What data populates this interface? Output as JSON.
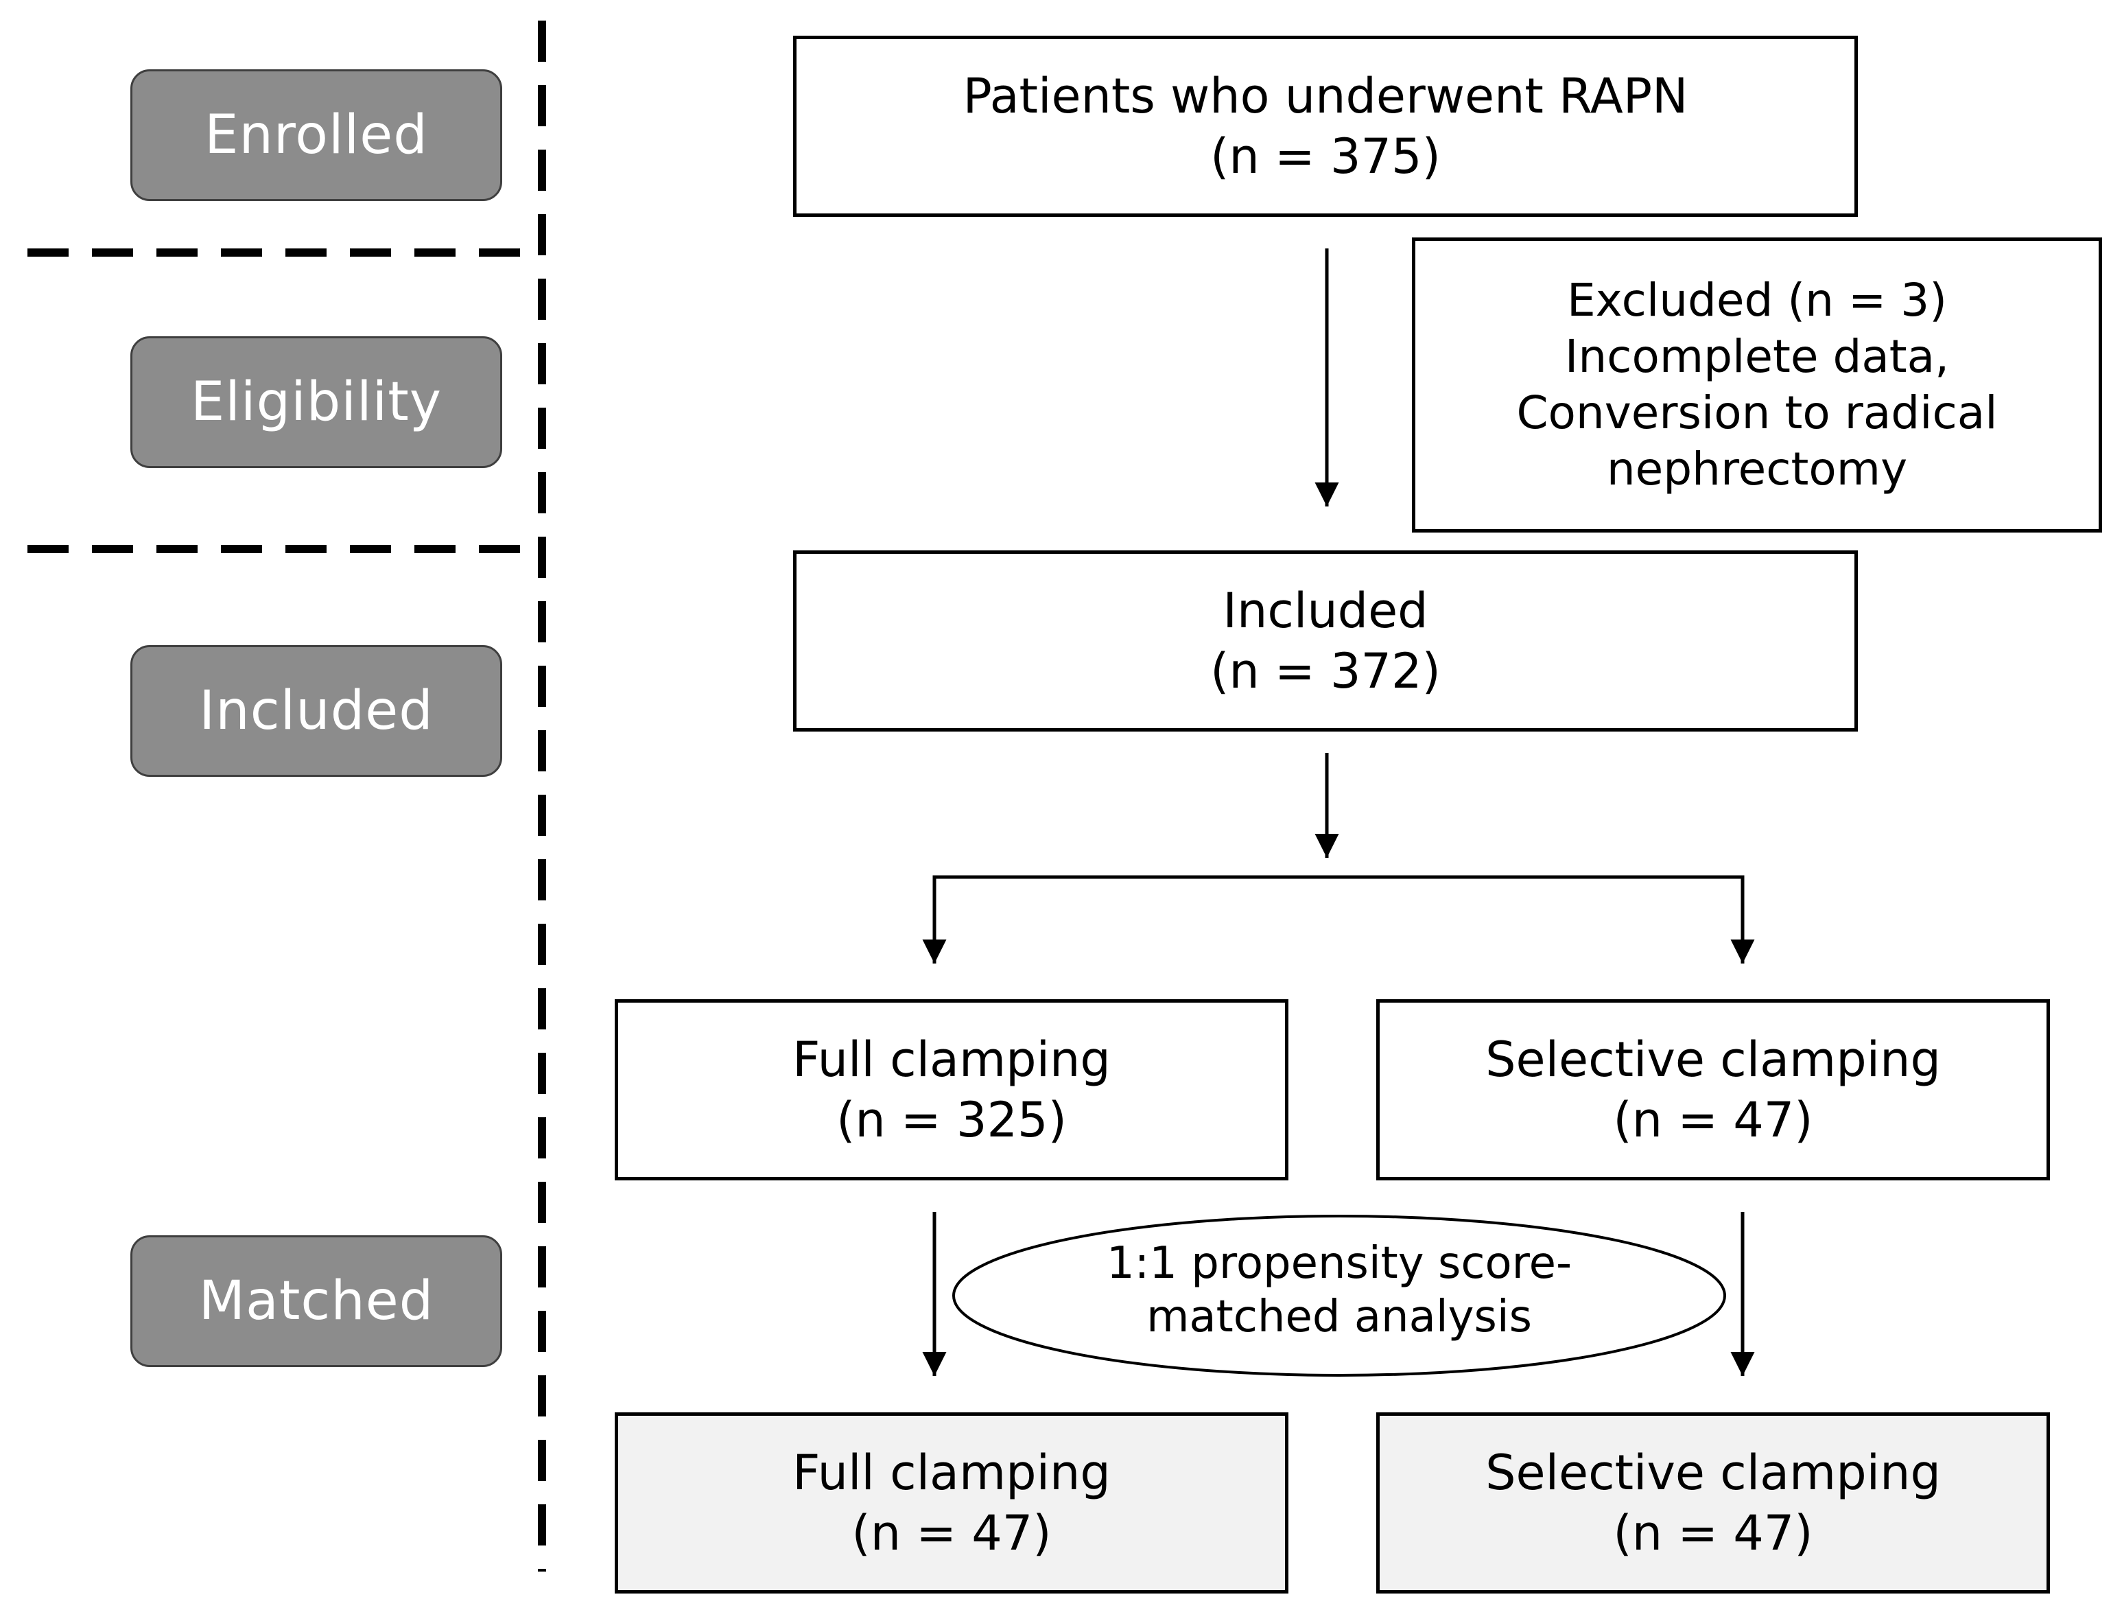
{
  "stages": {
    "enrolled": "Enrolled",
    "eligibility": "Eligibility",
    "included": "Included",
    "matched": "Matched"
  },
  "boxes": {
    "rapn": {
      "line1": "Patients who underwent RAPN",
      "line2": "(n = 375)"
    },
    "excluded": {
      "line1": "Excluded (n = 3)",
      "line2": "Incomplete data,",
      "line3": "Conversion to radical",
      "line4": "nephrectomy"
    },
    "included": {
      "line1": "Included",
      "line2": "(n = 372)"
    },
    "full_clamping": {
      "line1": "Full clamping",
      "line2": "(n = 325)"
    },
    "selective_clamping": {
      "line1": "Selective clamping",
      "line2": "(n = 47)"
    },
    "matched_full": {
      "line1": "Full clamping",
      "line2": "(n = 47)"
    },
    "matched_selective": {
      "line1": "Selective clamping",
      "line2": "(n = 47)"
    }
  },
  "psm": {
    "line1": "1:1 propensity score-",
    "line2": "matched analysis"
  },
  "colors": {
    "stage_fill": "#8c8c8c",
    "stage_text": "#ffffff",
    "matched_box_fill": "#f2f2f2",
    "line": "#000000"
  }
}
